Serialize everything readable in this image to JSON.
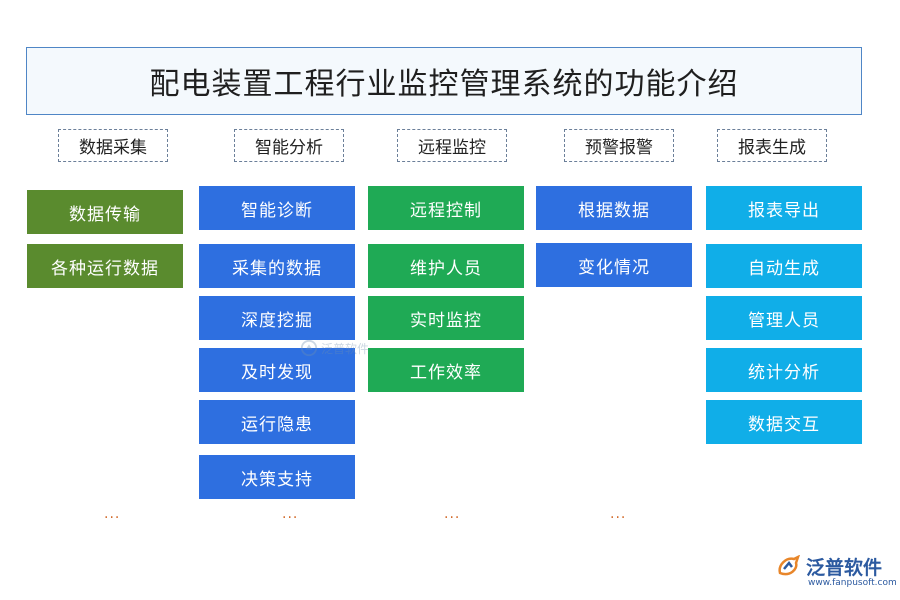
{
  "title": "配电装置工程行业监控管理系统的功能介绍",
  "columns": [
    {
      "header": "数据采集",
      "color": "#5a8b2e",
      "items": [
        "数据传输",
        "各种运行数据"
      ],
      "ellipsis": "..."
    },
    {
      "header": "智能分析",
      "color": "#2e6fe0",
      "items": [
        "智能诊断",
        "采集的数据",
        "深度挖掘",
        "及时发现",
        "运行隐患",
        "决策支持"
      ],
      "ellipsis": "..."
    },
    {
      "header": "远程监控",
      "color": "#1faa55",
      "items": [
        "远程控制",
        "维护人员",
        "实时监控",
        "工作效率"
      ],
      "ellipsis": "..."
    },
    {
      "header": "预警报警",
      "color": "#2e6fe0",
      "items": [
        "根据数据",
        "变化情况"
      ],
      "ellipsis": "..."
    },
    {
      "header": "报表生成",
      "color": "#10aee8",
      "items": [
        "报表导出",
        "自动生成",
        "管理人员",
        "统计分析",
        "数据交互"
      ]
    }
  ],
  "watermark": {
    "text": "泛普软件",
    "icon": "fanpu-logo-icon"
  },
  "brand": {
    "name": "泛普软件",
    "url": "www.fanpusoft.com",
    "icon": "fanpu-logo-icon"
  }
}
